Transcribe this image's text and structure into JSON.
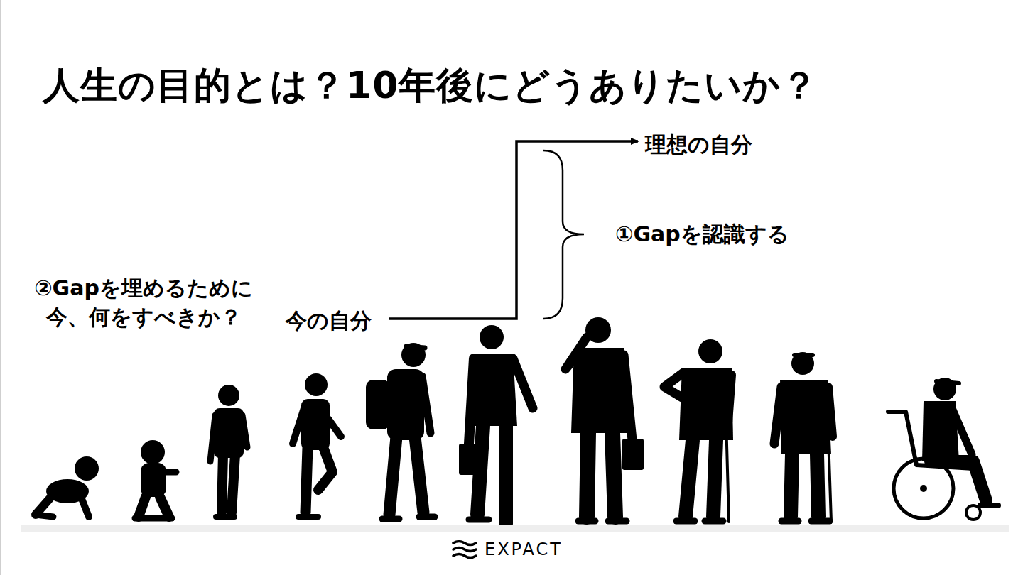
{
  "diagram": {
    "title": "人生の目的とは？10年後にどうありたいか？",
    "labels": [
      "理想の自分",
      "①Gapを認識する",
      "②Gapを埋めるために 今、何をすべきか？",
      "今の自分",
      "EXPACT"
    ]
  }
}
